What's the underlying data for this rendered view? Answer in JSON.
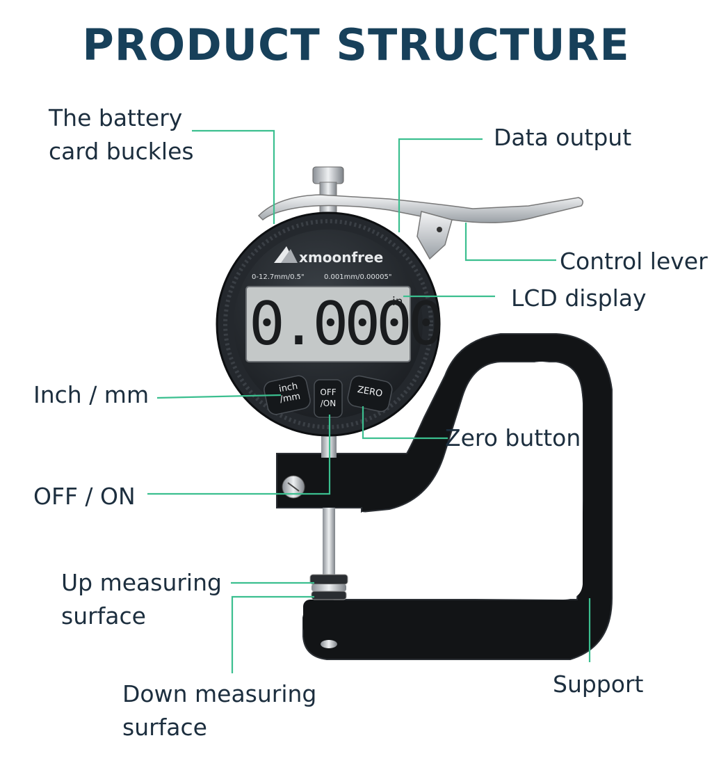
{
  "title": "PRODUCT STRUCTURE",
  "labels": {
    "battery_line1": "The battery",
    "battery_line2": "card buckles",
    "data_output": "Data output",
    "control_lever": "Control lever",
    "lcd_display": "LCD display",
    "inch_mm": "Inch / mm",
    "zero_button": "Zero button",
    "off_on": "OFF / ON",
    "up_line1": "Up measuring",
    "up_line2": "surface",
    "down_line1": "Down measuring",
    "down_line2": "surface",
    "support": "Support"
  },
  "gauge": {
    "brand": "xmoonfree",
    "spec_range": "0-12.7mm/0.5\"",
    "spec_resolution": "0.001mm/0.00005\"",
    "reading": "0.0000",
    "unit": "in",
    "btn_inch": "inch",
    "btn_mm": "/mm",
    "btn_off": "OFF",
    "btn_on": "/ON",
    "btn_zero": "ZERO"
  },
  "colors": {
    "title": "#17405a",
    "leader": "#3bbf8f",
    "body": "#111418",
    "lcd": "#c4c8c8"
  }
}
